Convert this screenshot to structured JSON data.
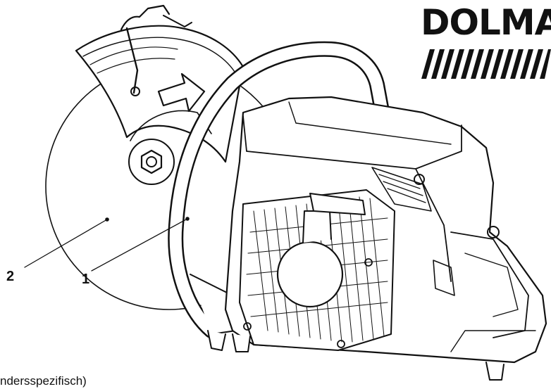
{
  "brand": {
    "name": "DOLMA",
    "stripe_color": "#111111"
  },
  "callouts": [
    {
      "label": "1"
    },
    {
      "label": "2"
    }
  ],
  "caption": "ndersspezifisch)",
  "icons": {
    "machine": "power-cutter-illustration",
    "rotation": "rotation-arrow-icon"
  },
  "colors": {
    "line": "#111111",
    "background": "#ffffff"
  }
}
